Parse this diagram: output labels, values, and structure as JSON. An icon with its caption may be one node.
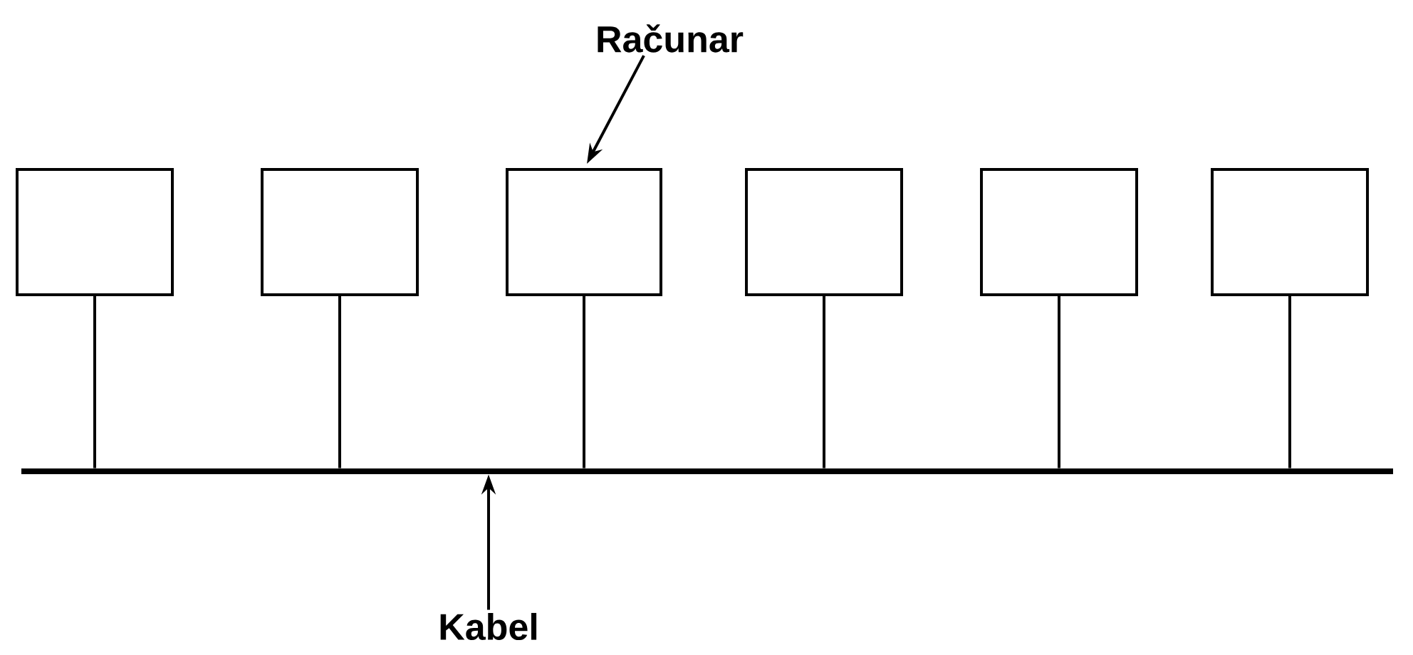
{
  "diagram": {
    "nodes": [
      {
        "text": [
          "Računar"
        ]
      },
      {
        "text": [],
        "shape": "box"
      },
      {
        "text": [],
        "shape": "box"
      },
      {
        "text": [],
        "shape": "box"
      },
      {
        "text": [],
        "shape": "box"
      },
      {
        "text": [],
        "shape": "box"
      },
      {
        "text": [],
        "shape": "box"
      },
      {
        "text": [],
        "shape": "bar"
      },
      {
        "text": [
          "Kabel"
        ]
      }
    ],
    "edges": [
      {
        "from": 1,
        "to": 7,
        "arrow": "none"
      },
      {
        "from": 2,
        "to": 7,
        "arrow": "none"
      },
      {
        "from": 3,
        "to": 7,
        "arrow": "none"
      },
      {
        "from": 4,
        "to": 7,
        "arrow": "none"
      },
      {
        "from": 5,
        "to": 7,
        "arrow": "none"
      },
      {
        "from": 6,
        "to": 7,
        "arrow": "none"
      },
      {
        "from": 0,
        "to": 3,
        "arrow": "to"
      },
      {
        "from": 8,
        "to": 7,
        "arrow": "to"
      }
    ]
  }
}
